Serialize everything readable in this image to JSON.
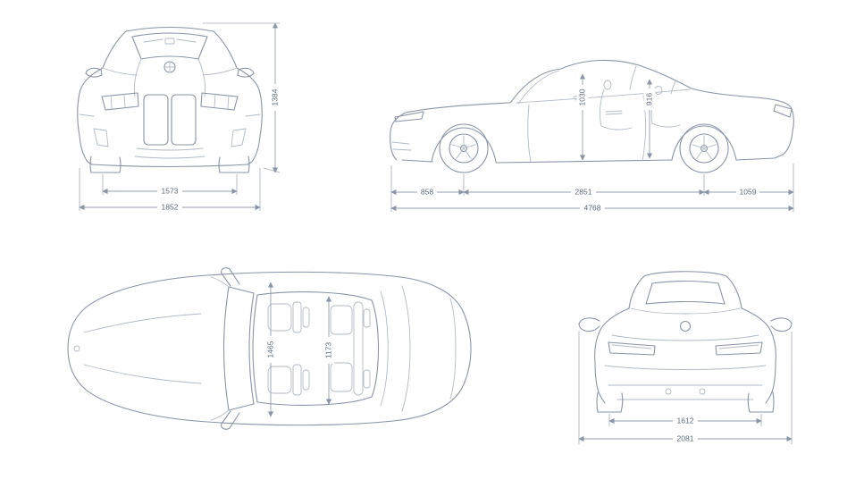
{
  "palette": {
    "background": "#ffffff",
    "line_color": "#8a94a6",
    "light_line_color": "#b2bac6",
    "dimension_line_color": "#959eae",
    "label_text_color": "#5d6878"
  },
  "views": {
    "front": {
      "dims": {
        "height": "1384",
        "track_width": "1573",
        "overall_width": "1852"
      }
    },
    "side": {
      "dims": {
        "front_headroom": "1030",
        "rear_headroom": "916",
        "front_overhang": "858",
        "wheelbase": "2851",
        "rear_overhang": "1059",
        "overall_length": "4768"
      }
    },
    "top": {
      "dims": {
        "front_interior_width": "1465",
        "rear_interior_width": "1173"
      }
    },
    "rear": {
      "dims": {
        "rear_track": "1612",
        "overall_width_mirrors": "2081"
      }
    }
  }
}
